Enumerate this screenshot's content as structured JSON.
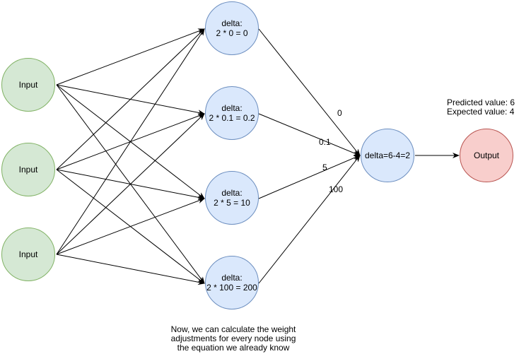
{
  "inputs": [
    {
      "label": "Input"
    },
    {
      "label": "Input"
    },
    {
      "label": "Input"
    }
  ],
  "hidden": [
    {
      "line1": "delta:",
      "line2": "2 * 0 = 0"
    },
    {
      "line1": "delta:",
      "line2": "2 * 0.1 = 0.2"
    },
    {
      "line1": "delta:",
      "line2": "2 * 5 = 10"
    },
    {
      "line1": "delta:",
      "line2": "2 * 100 = 200"
    }
  ],
  "output_delta": {
    "label": "delta=6-4=2"
  },
  "output": {
    "label": "Output"
  },
  "edge_labels": [
    "0",
    "0.1",
    "5",
    "100"
  ],
  "values": {
    "predicted": "Predicted value: 6",
    "expected": "Expected value: 4"
  },
  "note": {
    "line1": "Now, we can calculate the weight",
    "line2": "adjustments for every node using",
    "line3": "the equation we already know"
  }
}
